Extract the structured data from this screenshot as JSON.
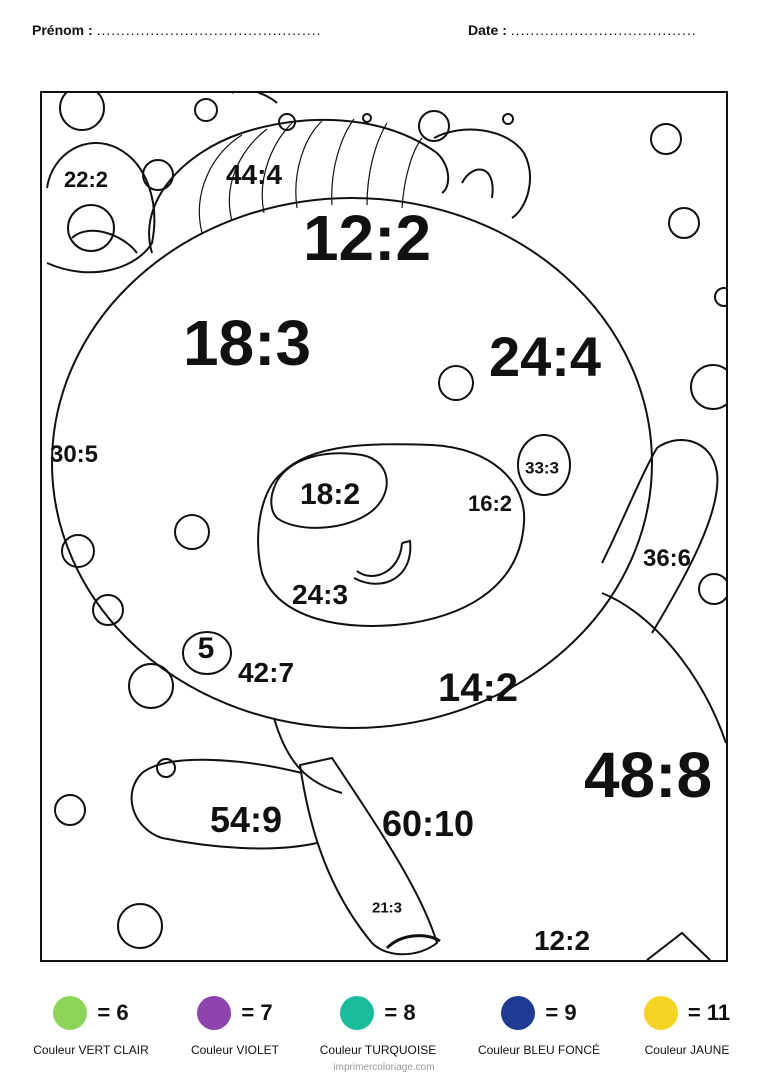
{
  "header": {
    "prenom_label": "Prénom :",
    "prenom_dots": "..............................................",
    "date_label": "Date :",
    "date_dots": "......................................"
  },
  "exercises": [
    {
      "text": "22:2"
    },
    {
      "text": "44:4"
    },
    {
      "text": "12:2"
    },
    {
      "text": "18:3"
    },
    {
      "text": "24:4"
    },
    {
      "text": "30:5"
    },
    {
      "text": "33:3"
    },
    {
      "text": "18:2"
    },
    {
      "text": "16:2"
    },
    {
      "text": "36:6"
    },
    {
      "text": "24:3"
    },
    {
      "text": "5"
    },
    {
      "text": "42:7"
    },
    {
      "text": "14:2"
    },
    {
      "text": "48:8"
    },
    {
      "text": "54:9"
    },
    {
      "text": "60:10"
    },
    {
      "text": "21:3"
    },
    {
      "text": "12:2"
    }
  ],
  "legend": [
    {
      "value": "= 6",
      "caption": "Couleur VERT CLAIR",
      "color": "#8fd45a"
    },
    {
      "value": "= 7",
      "caption": "Couleur VIOLET",
      "color": "#8e44ad"
    },
    {
      "value": "= 8",
      "caption": "Couleur TURQUOISE",
      "color": "#1abc9c"
    },
    {
      "value": "= 9",
      "caption": "Couleur BLEU FONCÉ",
      "color": "#1f3a93"
    },
    {
      "value": "= 11",
      "caption": "Couleur JAUNE",
      "color": "#f5d327"
    }
  ],
  "credit": "imprimercoloriage.com"
}
